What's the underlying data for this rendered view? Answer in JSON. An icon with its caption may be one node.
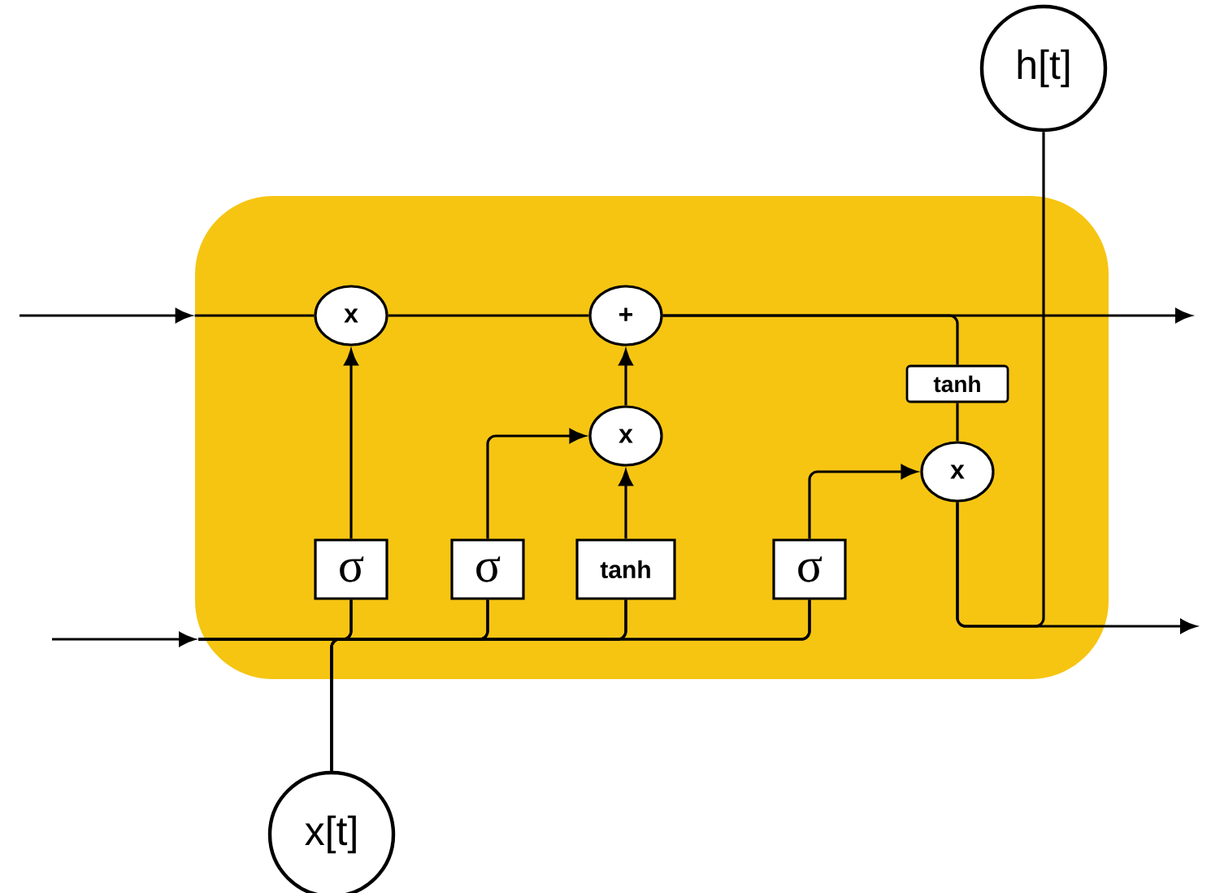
{
  "diagram": {
    "nodes": [
      {
        "text": [
          "h[t]"
        ]
      },
      {
        "text": [],
        "shape": "box"
      },
      {
        "text": [
          "x"
        ],
        "in": 1
      },
      {
        "text": [
          "+"
        ],
        "in": 1
      },
      {
        "text": [
          "tanh"
        ],
        "in": 1
      },
      {
        "text": [
          "x"
        ],
        "in": 1
      },
      {
        "text": [
          "x"
        ],
        "in": 1
      },
      {
        "text": [
          "σ"
        ],
        "in": 1
      },
      {
        "text": [
          "σ"
        ],
        "in": 1
      },
      {
        "text": [
          "tanh"
        ],
        "in": 1
      },
      {
        "text": [
          "σ"
        ],
        "in": 1
      },
      {
        "text": [
          "x[t]"
        ]
      }
    ],
    "edges": [
      {
        "from": null,
        "to": 1,
        "arrow": "to"
      },
      {
        "from": 1,
        "to": 2,
        "arrow": "none"
      },
      {
        "from": 2,
        "to": 3,
        "arrow": "none"
      },
      {
        "from": 3,
        "to": null,
        "arrow": "to"
      },
      {
        "from": 3,
        "to": 4,
        "arrow": "none"
      },
      {
        "from": 4,
        "to": 6,
        "arrow": "none"
      },
      {
        "from": 6,
        "to": null,
        "arrow": "to"
      },
      {
        "from": 6,
        "to": 0,
        "arrow": "none"
      },
      {
        "from": 7,
        "to": 2,
        "arrow": "to"
      },
      {
        "from": 8,
        "to": 5,
        "arrow": "to"
      },
      {
        "from": 9,
        "to": 5,
        "arrow": "to"
      },
      {
        "from": 5,
        "to": 3,
        "arrow": "to"
      },
      {
        "from": 10,
        "to": 6,
        "arrow": "to"
      },
      {
        "from": null,
        "to": 1,
        "arrow": "to"
      },
      {
        "from": 1,
        "to": 7,
        "arrow": "none"
      },
      {
        "from": 1,
        "to": 8,
        "arrow": "none"
      },
      {
        "from": 1,
        "to": 9,
        "arrow": "none"
      },
      {
        "from": 1,
        "to": 10,
        "arrow": "none"
      },
      {
        "from": 11,
        "to": 7,
        "arrow": "none"
      },
      {
        "from": 11,
        "to": 8,
        "arrow": "none"
      },
      {
        "from": 11,
        "to": 9,
        "arrow": "none"
      },
      {
        "from": 11,
        "to": 10,
        "arrow": "none"
      }
    ]
  }
}
